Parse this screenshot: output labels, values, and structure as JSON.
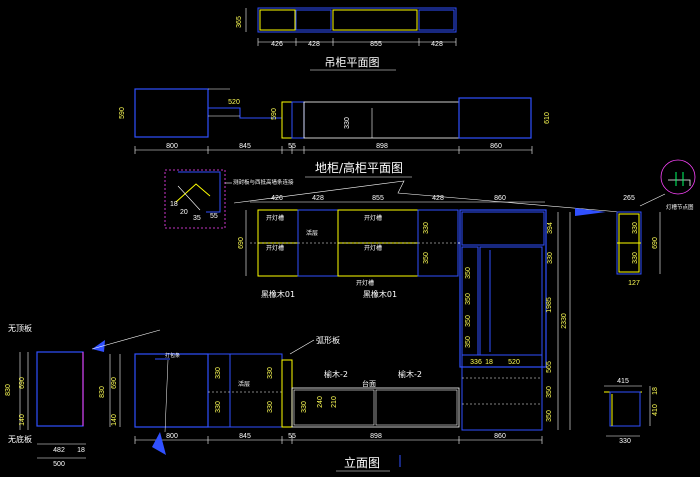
{
  "titles": {
    "wall_plan": "吊柜平面图",
    "floor_plan": "地柜/高柜平面图",
    "elevation": "立面图"
  },
  "wall_plan": {
    "widths": [
      "426",
      "428",
      "855",
      "428"
    ],
    "depth": "365"
  },
  "floor_plan": {
    "widths": [
      "800",
      "845",
      "55",
      "898",
      "860"
    ],
    "dims": [
      "590",
      "520",
      "590",
      "330",
      "610"
    ],
    "note": "测封板与西抵高墙条连接"
  },
  "corner_detail": {
    "dims": [
      "20",
      "35",
      "55",
      "18"
    ]
  },
  "upper_elev": {
    "widths": [
      "426",
      "428",
      "855",
      "428",
      "860"
    ],
    "labels": [
      "开灯槽",
      "开灯槽",
      "开灯槽",
      "开灯槽",
      "开灯槽"
    ],
    "shelf": "活层",
    "heights": [
      "690",
      "330",
      "350",
      "394",
      "330"
    ],
    "molding": [
      "黑橡木01",
      "黑橡木01"
    ]
  },
  "tall_cab": {
    "heights": [
      "1985",
      "2330",
      "565",
      "350",
      "350"
    ],
    "shelf_dims": [
      "350",
      "350",
      "350",
      "350"
    ],
    "widths": [
      "336",
      "18",
      "520"
    ]
  },
  "right_detail": {
    "top_label": "灯槽节点图",
    "top_dims": [
      "265",
      "127"
    ],
    "heights": [
      "330",
      "330",
      "690"
    ]
  },
  "side_view": {
    "top_label": "无顶板",
    "bottom_label": "无底板",
    "heights": [
      "830",
      "690",
      "140"
    ],
    "widths": [
      "482",
      "18",
      "500"
    ]
  },
  "lower_elev": {
    "labels": [
      "弧形板",
      "榆木-2",
      "榆木-2",
      "台面",
      "打包条",
      "活层"
    ],
    "heights": [
      "830",
      "690",
      "140",
      "330",
      "330",
      "330",
      "330",
      "330",
      "240",
      "210"
    ],
    "widths": [
      "800",
      "845",
      "55",
      "898",
      "860"
    ]
  },
  "right_small": {
    "width_top": "415",
    "width_bottom": "330",
    "heights": [
      "18",
      "410"
    ]
  }
}
